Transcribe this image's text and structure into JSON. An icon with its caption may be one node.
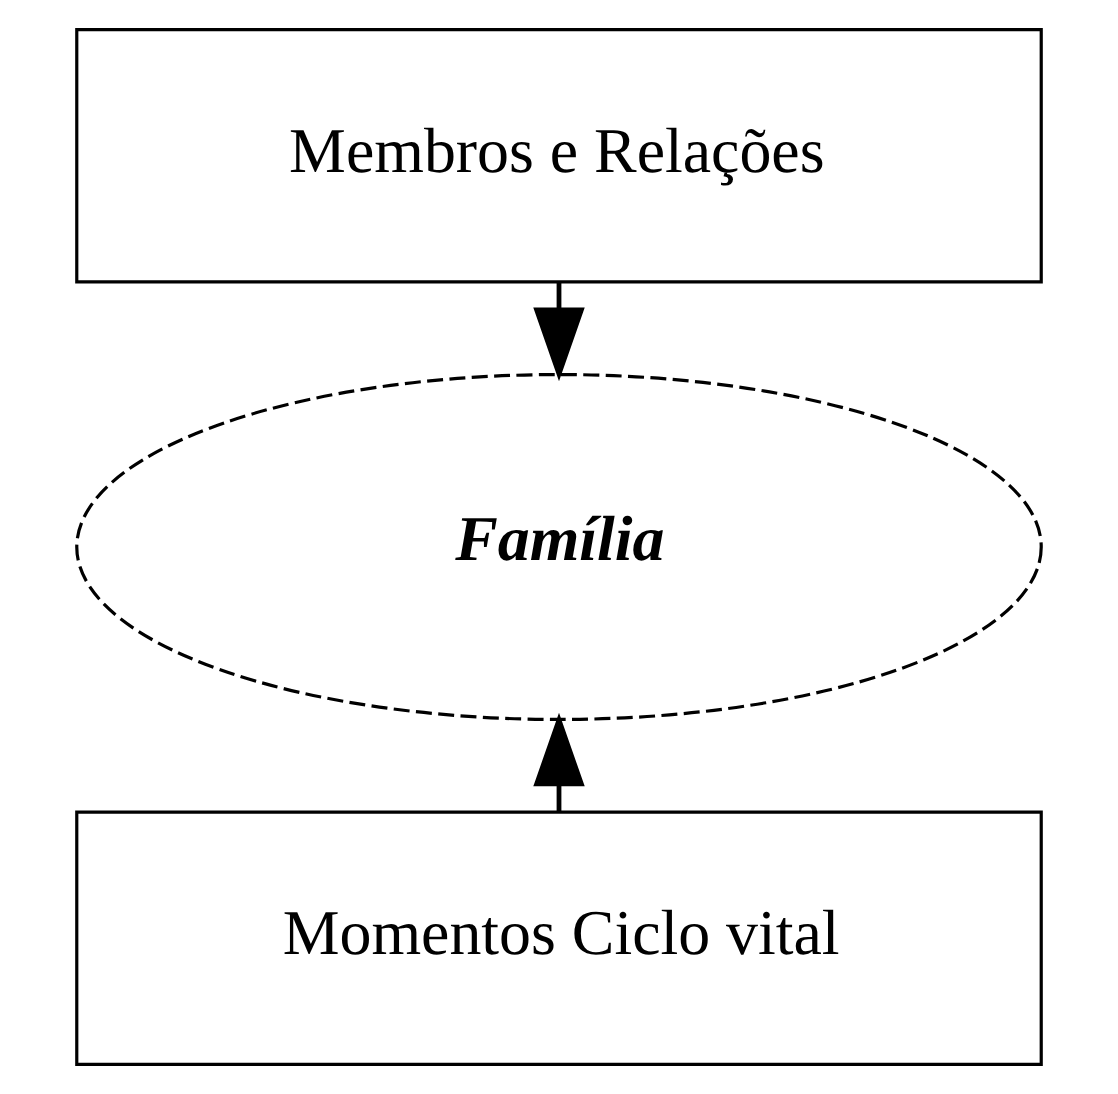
{
  "diagram": {
    "nodes": [
      {
        "text": [
          "Membros e Relações"
        ]
      },
      {
        "text": [
          "Família"
        ]
      },
      {
        "text": [
          "Momentos Ciclo vital"
        ]
      }
    ],
    "edges": [
      {
        "from": 0,
        "to": 1,
        "arrow": "to"
      },
      {
        "from": 2,
        "to": 1,
        "arrow": "to"
      }
    ]
  }
}
